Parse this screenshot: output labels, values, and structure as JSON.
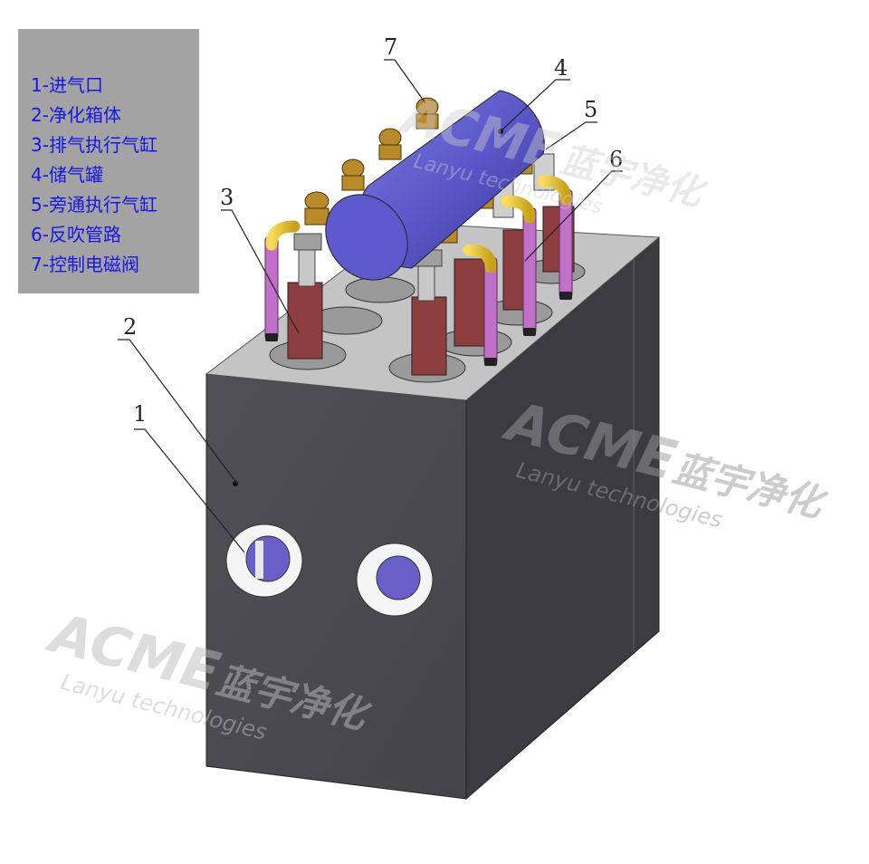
{
  "legend": {
    "items": [
      "1-进气口",
      "2-净化箱体",
      "3-排气执行气缸",
      "4-储气罐",
      "5-旁通执行气缸",
      "6-反吹管路",
      "7-控制电磁阀"
    ]
  },
  "callouts": [
    "1",
    "2",
    "3",
    "4",
    "5",
    "6",
    "7"
  ],
  "watermark": {
    "logo": "ACME",
    "chinese": "蓝宇净化",
    "english": "Lanyu technologies"
  },
  "colors": {
    "box_front": "#4a4a4f",
    "box_side": "#3c3b40",
    "box_top": "#c2c2c2",
    "tank": "#5754c6",
    "cylinder": "#8e3e3e",
    "pipe_yellow": "#e8c430",
    "pipe_purple": "#c070c8",
    "valve": "#b88a2a",
    "legend_bg": "#a3a3a3",
    "legend_text": "#1616e6"
  }
}
